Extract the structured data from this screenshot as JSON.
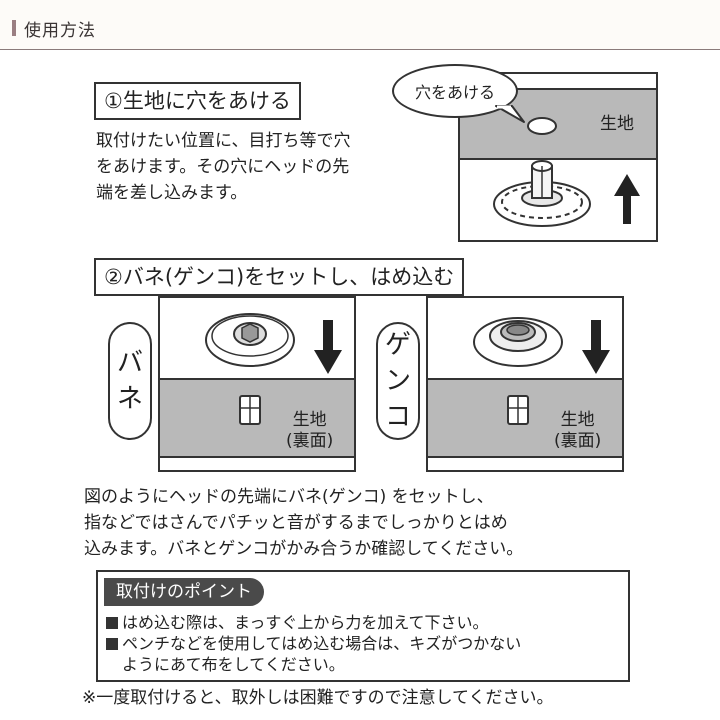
{
  "header": {
    "title": "使用方法"
  },
  "step1": {
    "title": "①生地に穴をあける",
    "text": "取付けたい位置に、目打ち等で穴\nをあけます。その穴にヘッドの先\n端を差し込みます。",
    "bubble": "穴をあける",
    "fabric_label": "生地"
  },
  "step2": {
    "title": "②バネ(ゲンコ)をセットし、はめ込む",
    "spring_label": [
      "バ",
      "ネ"
    ],
    "genko_label": [
      "ゲ",
      "ン",
      "コ"
    ],
    "fabric_label_1": "生地",
    "fabric_label_2": "(裏面)",
    "text": "図のようにヘッドの先端にバネ(ゲンコ) をセットし、\n指などではさんでパチッと音がするまでしっかりとはめ\n込みます。バネとゲンコがかみ合うか確認してください。"
  },
  "points": {
    "tag": "取付けのポイント",
    "items": [
      "はめ込む際は、まっすぐ上から力を加えて下さい。",
      "ペンチなどを使用してはめ込む場合は、キズがつかない\nようにあて布をしてください。"
    ]
  },
  "note": "※一度取付けると、取外しは困難ですので注意してください。",
  "colors": {
    "fabric": "#b9b9b9",
    "accent_bar": "#9a7e82",
    "tag_bg": "#4a4a4a"
  }
}
